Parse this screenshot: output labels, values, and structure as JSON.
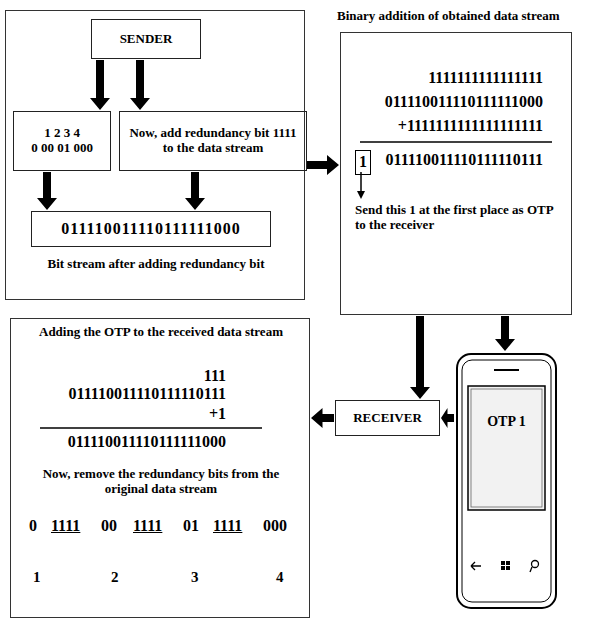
{
  "diagram": {
    "nodes": [
      {
        "text": [
          "Bit stream after adding redundancy bit"
        ]
      },
      {
        "text": [
          "SENDER"
        ],
        "in": 0
      },
      {
        "text": [
          "1 2 3 4",
          "0 00 01 000"
        ],
        "in": 0
      },
      {
        "text": [
          "Now, add redundancy bit 1111 to the data stream"
        ],
        "in": 0
      },
      {
        "text": [
          "011110011110111111000"
        ],
        "in": 0
      },
      {
        "text": [
          "Binary addition of obtained data stream",
          "1111111111111111",
          "011110011110111111000",
          "+1111111111111111111",
          "011110011110111110111",
          "Send this 1 at the first place as OTP to the receiver"
        ]
      },
      {
        "text": [
          "1"
        ],
        "in": 5
      },
      {
        "text": [
          "RECEIVER"
        ]
      },
      {
        "text": [
          "OTP 1"
        ]
      },
      {
        "text": [
          "Adding the OTP to the received data stream",
          "111",
          "011110011110111110111",
          "+1",
          "011110011110111111000",
          "Now, remove the redundancy bits from the original data stream",
          "0",
          "1111",
          "00",
          "1111",
          "01",
          "1111",
          "000",
          "1",
          "2",
          "3",
          "4"
        ]
      }
    ],
    "edges": [
      {
        "from": 1,
        "to": 2,
        "arrow": "to"
      },
      {
        "from": 1,
        "to": 3,
        "arrow": "to"
      },
      {
        "from": 2,
        "to": 4,
        "arrow": "to"
      },
      {
        "from": 3,
        "to": 4,
        "arrow": "to"
      },
      {
        "from": 0,
        "to": 5,
        "arrow": "to"
      },
      {
        "from": 5,
        "to": 7,
        "arrow": "to"
      },
      {
        "from": 5,
        "to": 8,
        "arrow": "to"
      },
      {
        "from": 8,
        "to": 7,
        "arrow": "to"
      },
      {
        "from": 7,
        "to": 9,
        "arrow": "to"
      }
    ]
  }
}
